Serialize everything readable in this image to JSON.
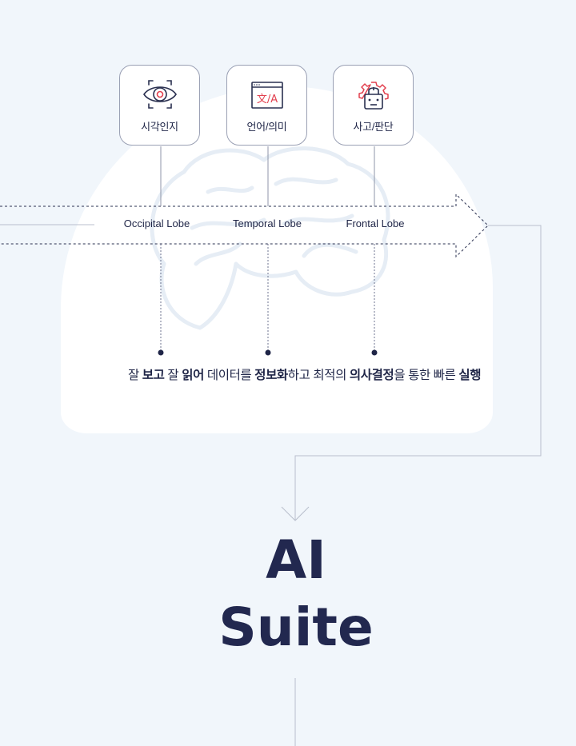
{
  "modules": [
    {
      "icon": "eye-scan-icon",
      "label": "시각인지",
      "lobe": "Occipital Lobe"
    },
    {
      "icon": "translate-window-icon",
      "label": "언어/의미",
      "lobe": "Temporal Lobe"
    },
    {
      "icon": "robot-gear-icon",
      "label": "사고/판단",
      "lobe": "Frontal Lobe"
    }
  ],
  "tagline": [
    {
      "text": "잘 ",
      "bold": false
    },
    {
      "text": "보고",
      "bold": true
    },
    {
      "text": " 잘 ",
      "bold": false
    },
    {
      "text": "읽어",
      "bold": true
    },
    {
      "text": " 데이터를 ",
      "bold": false
    },
    {
      "text": "정보화",
      "bold": true
    },
    {
      "text": "하고 최적의 ",
      "bold": false
    },
    {
      "text": "의사결정",
      "bold": true
    },
    {
      "text": "을 통한 빠른 ",
      "bold": false
    },
    {
      "text": "실행",
      "bold": true
    }
  ],
  "title": {
    "line1": "AI",
    "line2": "Suite"
  },
  "colors": {
    "navy": "#1f2547",
    "accent": "#e2404f",
    "line": "#b9bfcc"
  }
}
